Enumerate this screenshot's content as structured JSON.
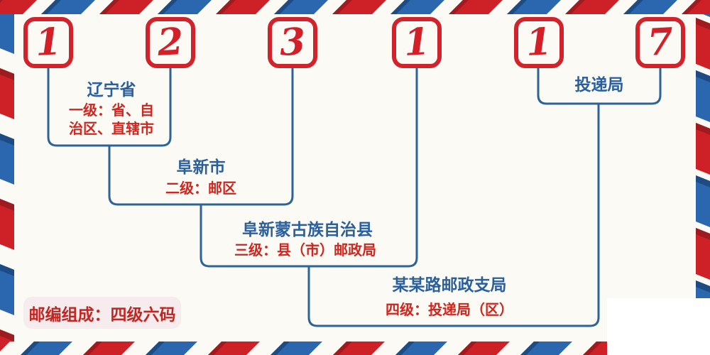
{
  "postal_code": {
    "value": "123117",
    "digits": [
      "1",
      "2",
      "3",
      "1",
      "1",
      "7"
    ]
  },
  "levels": [
    {
      "name": "辽宁省",
      "desc": "一级：省、自\n治区、直辖市"
    },
    {
      "name": "阜新市",
      "desc": "二级：邮区"
    },
    {
      "name": "阜新蒙古族自治县",
      "desc": "三级：县（市）邮政局"
    },
    {
      "name": "某某路邮政支局",
      "desc": "四级：投递局（区）"
    }
  ],
  "delivery_office_label": "投递局",
  "badge": {
    "text": "邮编组成：四级六码"
  },
  "colors": {
    "stripe_red": "#ce2127",
    "stripe_red_dark": "#9e1b1f",
    "stripe_blue": "#2b67ae",
    "stripe_blue_dark": "#1d4c85",
    "line_blue": "#2c6399",
    "box_border_red": "#d1232b",
    "digit_red": "#d32028",
    "text_blue": "#2a5f9e",
    "text_red": "#d2251e",
    "badge_bg": "#f6ecee",
    "background": "#fbfaf5"
  }
}
